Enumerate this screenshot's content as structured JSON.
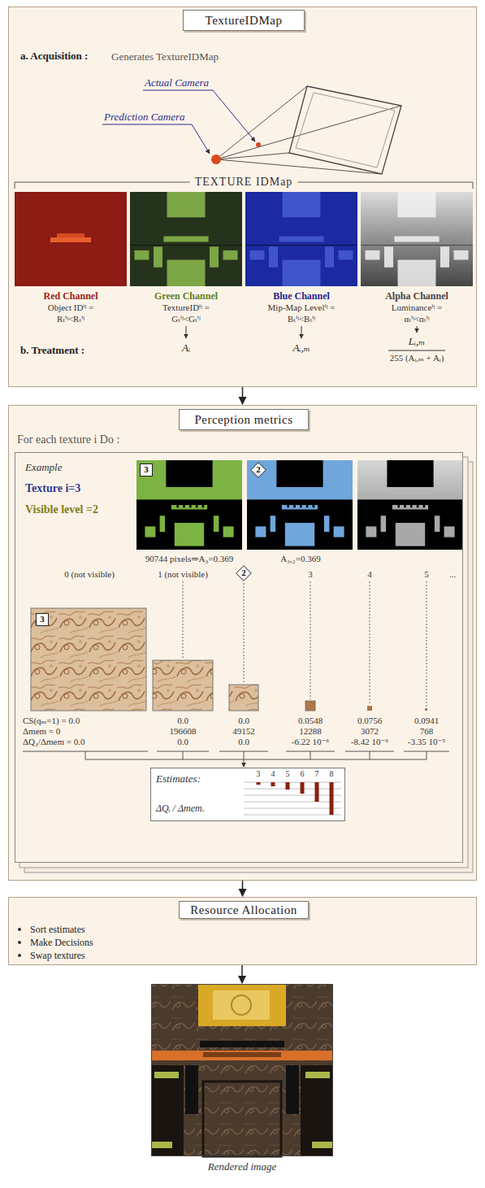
{
  "diagram": {
    "nodes": [
      {
        "text": [
          "a. Acquisition :",
          "Generates TextureIDMap",
          "b. Treatment :"
        ]
      },
      {
        "text": [
          "TextureIDMap"
        ],
        "in": 0
      },
      {
        "text": [
          "For each texture i Do :"
        ]
      },
      {
        "text": [
          "Perception metrics"
        ],
        "in": 2
      },
      {
        "text": [
          "Example",
          "Texture i=3",
          "Visible level =2"
        ],
        "in": 2
      },
      {
        "text": [
          "3"
        ],
        "in": 4
      },
      {
        "text": [
          "2"
        ],
        "in": 4
      },
      {
        "text": [
          "2"
        ],
        "in": 4
      },
      {
        "text": [
          "3"
        ],
        "in": 4
      },
      {
        "text": [
          "Estimates:",
          "ΔQᵢ / Δmem."
        ],
        "in": 4
      },
      {
        "text": [
          "Sort estimates",
          "Make Decisions",
          "Swap textures"
        ]
      },
      {
        "text": [
          "Resource Allocation"
        ],
        "in": 10
      },
      {
        "text": [
          "Rendered image"
        ]
      }
    ],
    "edges": [
      {
        "from": 0,
        "to": 2,
        "arrow": "to"
      },
      {
        "from": 2,
        "to": 10,
        "arrow": "to"
      },
      {
        "from": 10,
        "to": 12,
        "arrow": "to"
      }
    ],
    "labels": [
      "Actual Camera",
      "Prediction Camera",
      "TEXTURE IDMap",
      "Red Channel",
      "Object IDⁱʲ =",
      "Rₜⁱʲ<Rₜⁱʲ",
      "Green Channel",
      "TextureIDⁱʲ =",
      "Gₜⁱʲ<Gₜⁱʲ",
      "Blue Channel",
      "Mip-Map Levelⁱʲ =",
      "Bₜⁱʲ<Bₜⁱʲ",
      "Alpha Channel",
      "Luminanceⁱʲ =",
      "αₜⁱʲ<αₜⁱʲ",
      "Aᵢ",
      "Aᵢ,ₘ",
      "Lᵢ,ₘ",
      "255 (Aᵢ,ₘ + Aᵢ)",
      "90744 pixels⇒A₃=0.369",
      "A₃,₂=0.369",
      "0 (not visible)",
      "1 (not visible)",
      "3",
      "4",
      "5",
      "CS(qₘ=1) = 0.0",
      "Δmem = 0",
      "ΔQ₃/Δmem = 0.0",
      "0.0",
      "0.0",
      "0.0548",
      "0.0756",
      "0.0941",
      "196608",
      "49152",
      "12288",
      "3072",
      "768",
      "0.0",
      "0.0",
      "-6.22 10⁻⁶",
      "-8.42 10⁻⁶",
      "-3.35 10⁻⁵",
      "...",
      "3",
      "4",
      "5",
      "6",
      "7",
      "8"
    ]
  }
}
